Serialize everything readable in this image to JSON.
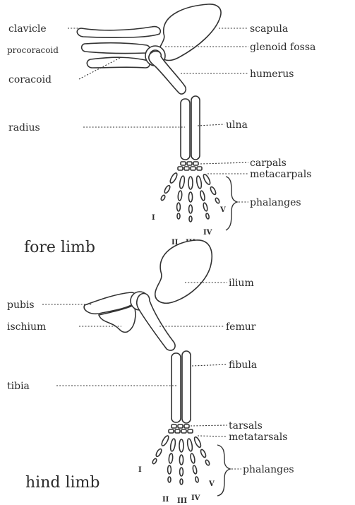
{
  "fore_limb": {
    "title": "fore limb",
    "labels": {
      "clavicle": "clavicle",
      "procoracoid": "procoracoid",
      "coracoid": "coracoid",
      "scapula": "scapula",
      "glenoid_fossa": "glenoid fossa",
      "humerus": "humerus",
      "radius": "radius",
      "ulna": "ulna",
      "carpals": "carpals",
      "metacarpals": "metacarpals",
      "phalanges": "phalanges"
    },
    "digits": [
      "I",
      "II",
      "III",
      "IV",
      "V"
    ]
  },
  "hind_limb": {
    "title": "hind limb",
    "labels": {
      "ilium": "ilium",
      "pubis": "pubis",
      "ischium": "ischium",
      "femur": "femur",
      "tibia": "tibia",
      "fibula": "fibula",
      "tarsals": "tarsals",
      "metatarsals": "metatarsals",
      "phalanges": "phalanges"
    },
    "digits": [
      "I",
      "II",
      "III",
      "IV",
      "V"
    ]
  }
}
